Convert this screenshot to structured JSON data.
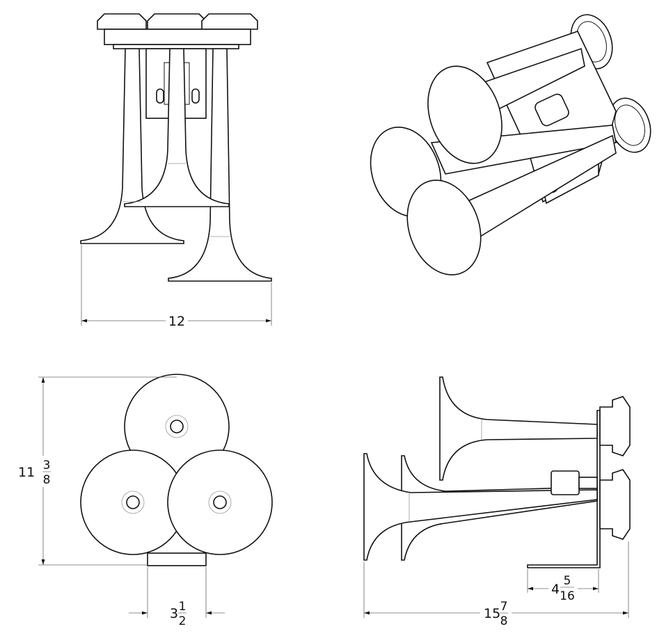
{
  "dimensions": {
    "front_width": {
      "whole": "12"
    },
    "bottom_height": {
      "whole": "11",
      "num": "3",
      "den": "8"
    },
    "bracket_width": {
      "whole": "3",
      "num": "1",
      "den": "2"
    },
    "bracket_depth": {
      "whole": "4",
      "num": "5",
      "den": "16"
    },
    "overall_length": {
      "whole": "15",
      "num": "7",
      "den": "8"
    }
  }
}
